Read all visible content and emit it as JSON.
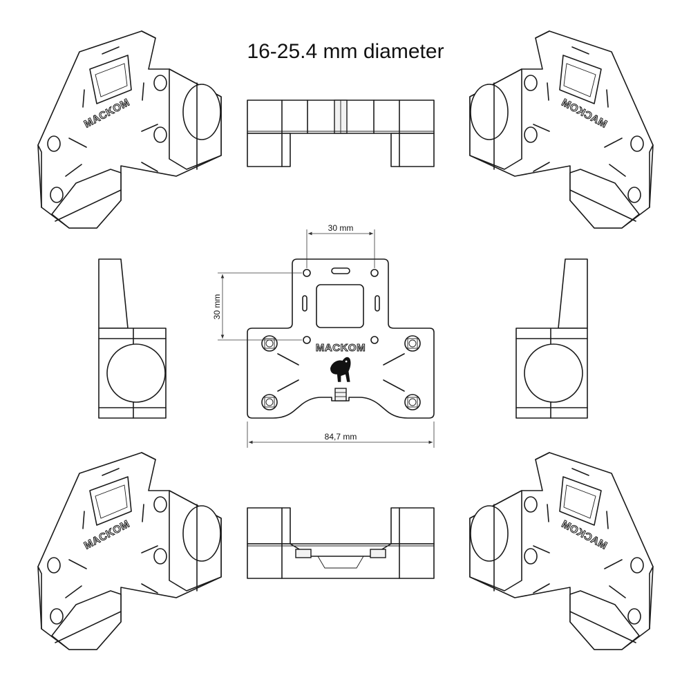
{
  "title": "16-25.4 mm diameter",
  "brand": "MACKOM",
  "dimensions": {
    "hole_spacing_horizontal": "30 mm",
    "hole_spacing_vertical": "30 mm",
    "overall_width": "84,7 mm"
  },
  "icons": [
    "bear-logo-icon"
  ]
}
